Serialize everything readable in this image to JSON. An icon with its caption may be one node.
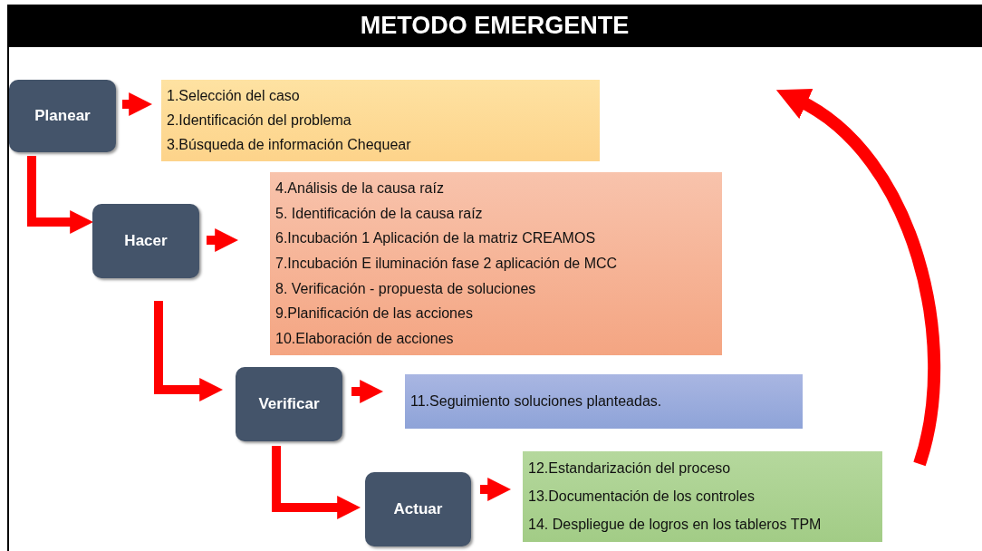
{
  "diagram": {
    "title": "METODO EMERGENTE",
    "nodes": [
      {
        "text": [
          "Planear"
        ]
      },
      {
        "text": [
          "1.Selección del caso",
          "2.Identificación del problema",
          "3.Búsqueda de información Chequear"
        ]
      },
      {
        "text": [
          "Hacer"
        ]
      },
      {
        "text": [
          "4.Análisis de la causa raíz",
          "5. Identificación de la causa raíz",
          "6.Incubación 1 Aplicación de la matriz CREAMOS",
          "7.Incubación E iluminación fase 2 aplicación de MCC",
          "8. Verificación - propuesta de soluciones",
          "9.Planificación de las acciones",
          "10.Elaboración de acciones"
        ]
      },
      {
        "text": [
          "Verificar"
        ]
      },
      {
        "text": [
          "11.Seguimiento soluciones planteadas."
        ]
      },
      {
        "text": [
          "Actuar"
        ]
      },
      {
        "text": [
          "12.Estandarización del proceso",
          "13.Documentación de los controles",
          "14. Despliegue de logros en los tableros TPM"
        ]
      }
    ],
    "edges": [
      {
        "from": 0,
        "to": 1,
        "arrow": "to"
      },
      {
        "from": 0,
        "to": 2,
        "arrow": "to"
      },
      {
        "from": 2,
        "to": 3,
        "arrow": "to"
      },
      {
        "from": 2,
        "to": 4,
        "arrow": "to"
      },
      {
        "from": 4,
        "to": 5,
        "arrow": "to"
      },
      {
        "from": 4,
        "to": 6,
        "arrow": "to"
      },
      {
        "from": 6,
        "to": 7,
        "arrow": "to"
      },
      {
        "from": 7,
        "to": null,
        "arrow": "to"
      }
    ]
  }
}
